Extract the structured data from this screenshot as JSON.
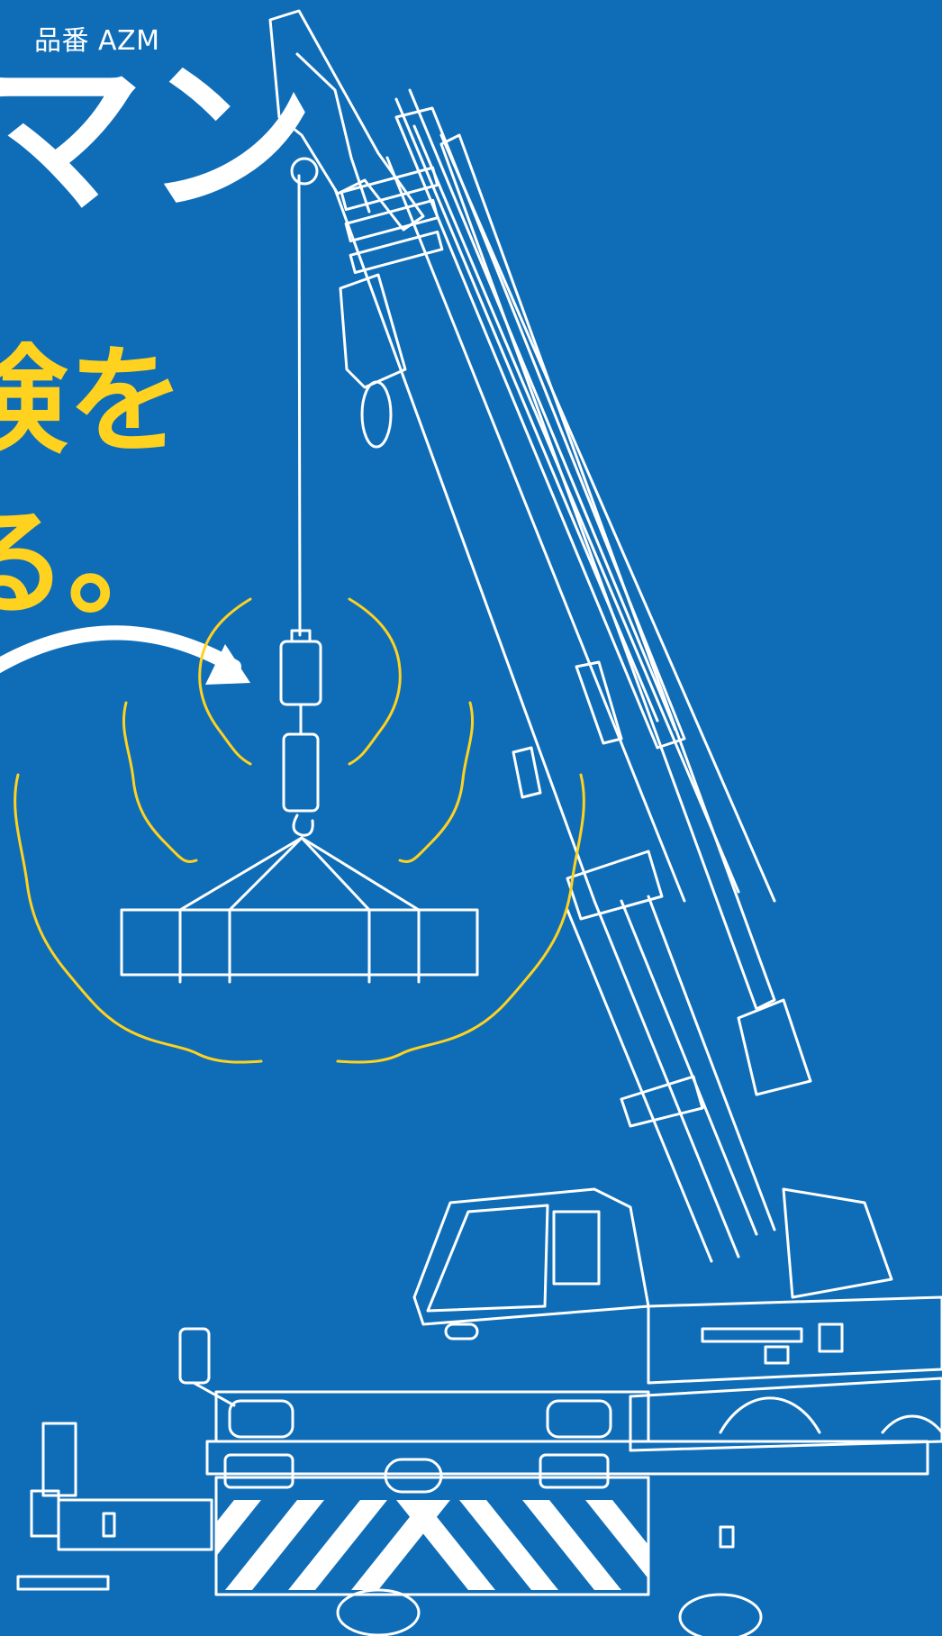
{
  "header": {
    "product_code": "品番 AZM",
    "product_name": "マン"
  },
  "headline": {
    "line1": "険を",
    "line2": "る。"
  },
  "colors": {
    "background": "#0f6db7",
    "line_art": "#ffffff",
    "accent": "#ffd21f"
  }
}
